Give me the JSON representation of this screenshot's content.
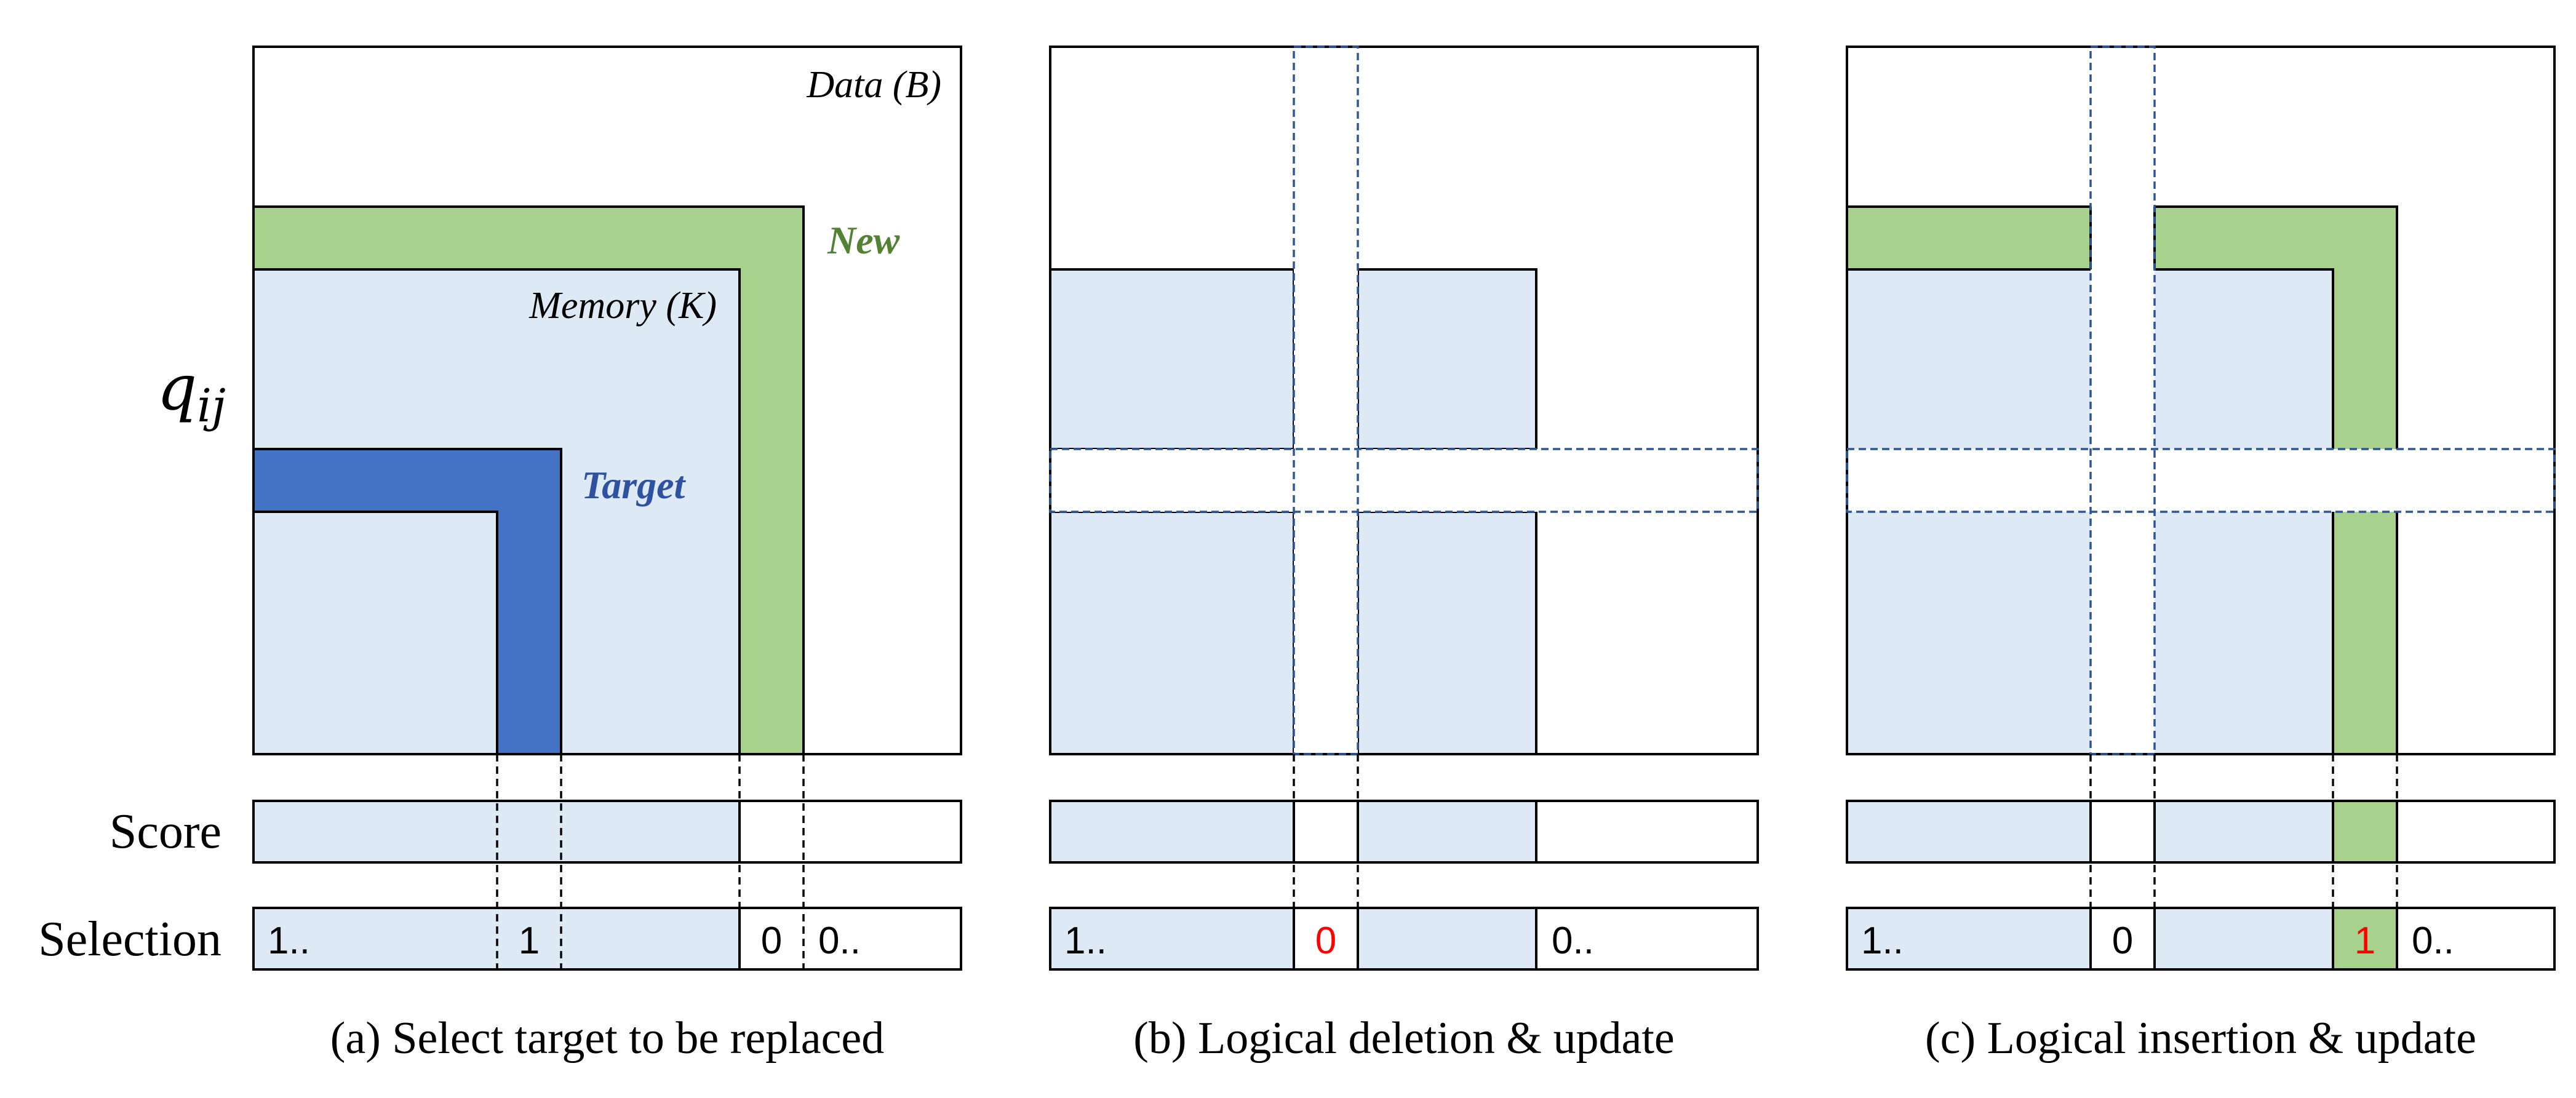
{
  "side_labels": {
    "q": "q",
    "q_sub": "ij",
    "score": "Score",
    "selection": "Selection"
  },
  "panel_a": {
    "data_label": "Data (B)",
    "memory_label": "Memory (K)",
    "new_label": "New",
    "target_label": "Target",
    "sel": [
      "1..",
      "1",
      "0",
      "0.."
    ],
    "caption": "(a) Select target to be replaced"
  },
  "panel_b": {
    "sel": [
      "1..",
      "0",
      "0.."
    ],
    "caption": "(b) Logical deletion & update"
  },
  "panel_c": {
    "sel": [
      "1..",
      "0",
      "1",
      "0.."
    ],
    "caption": "(c) Logical insertion & update"
  },
  "colors": {
    "memory": "#dde9f5",
    "new": "#a9d18e",
    "target": "#4472c4",
    "target_text": "#2f52a0",
    "new_text": "#548235",
    "highlight": "#ff0000",
    "dashed_box": "#2f5597",
    "stroke": "#000000"
  }
}
